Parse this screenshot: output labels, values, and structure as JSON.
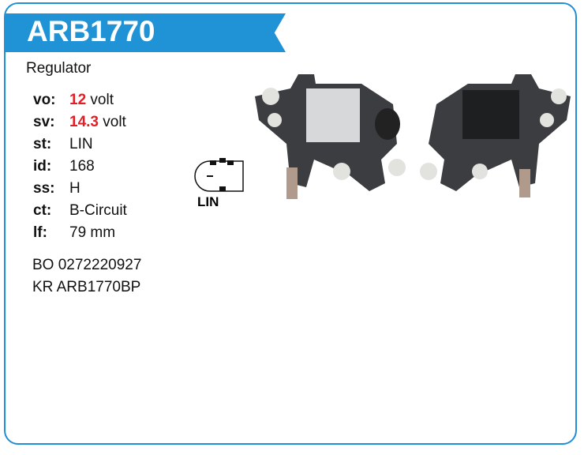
{
  "header": {
    "title": "ARB1770",
    "subtitle": "Regulator"
  },
  "specs": [
    {
      "key": "vo:",
      "value": "12",
      "unit": " volt",
      "highlight": true
    },
    {
      "key": "sv:",
      "value": "14.3",
      "unit": " volt",
      "highlight": true
    },
    {
      "key": "st:",
      "value": "LIN",
      "unit": ""
    },
    {
      "key": "id:",
      "value": "168",
      "unit": ""
    },
    {
      "key": "ss:",
      "value": "H",
      "unit": ""
    },
    {
      "key": "ct:",
      "value": "B-Circuit",
      "unit": ""
    },
    {
      "key": "lf:",
      "value": "79 mm",
      "unit": ""
    }
  ],
  "codes": [
    "BO 0272220927",
    "KR ARB1770BP"
  ],
  "connector": {
    "label": "LIN"
  },
  "colors": {
    "accent": "#2093d6",
    "highlight": "#e41e26"
  }
}
